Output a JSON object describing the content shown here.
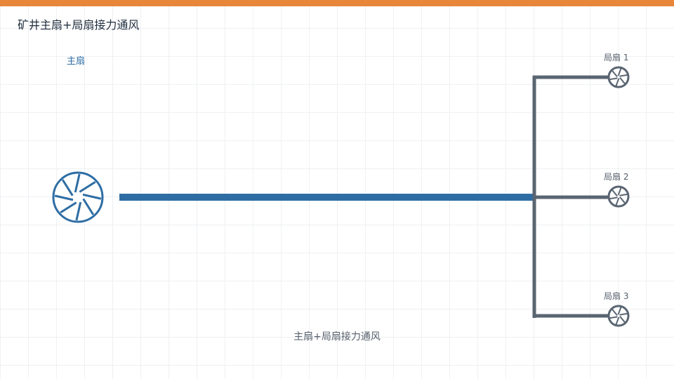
{
  "title": "矿井主扇+局扇接力通风",
  "caption": "主扇+局扇接力通风",
  "main_fan": {
    "label": "主扇",
    "color": "#2e6da4"
  },
  "local_fans": [
    {
      "label": "局扇 1"
    },
    {
      "label": "局扇 2"
    },
    {
      "label": "局扇 3"
    }
  ],
  "colors": {
    "accent_bar": "#e8873a",
    "main_duct": "#2e6da4",
    "local_duct": "#5a6572"
  },
  "icons": {
    "main_fan": "fan-icon",
    "local_fan": "fan-icon"
  }
}
